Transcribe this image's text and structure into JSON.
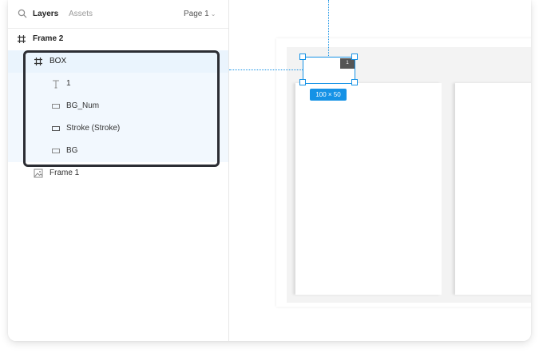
{
  "header": {
    "search_icon": "search-icon",
    "tab_layers": "Layers",
    "tab_assets": "Assets",
    "page_select": "Page 1"
  },
  "layers": {
    "frame2": {
      "label": "Frame 2",
      "icon": "frame-hash-icon"
    },
    "box": {
      "label": "BOX",
      "icon": "frame-hash-icon"
    },
    "children": [
      {
        "label": "1",
        "icon": "text-icon"
      },
      {
        "label": "BG_Num",
        "icon": "rectangle-icon"
      },
      {
        "label": "Stroke (Stroke)",
        "icon": "rectangle-icon"
      },
      {
        "label": "BG",
        "icon": "rectangle-icon"
      }
    ],
    "frame1": {
      "label": "Frame 1",
      "icon": "image-icon"
    }
  },
  "canvas": {
    "selection_tag": "1",
    "size_badge": "100 × 50"
  },
  "colors": {
    "accent": "#1592e6",
    "selection_row": "#eaf4fd",
    "highlight_border": "#2b2d33"
  }
}
